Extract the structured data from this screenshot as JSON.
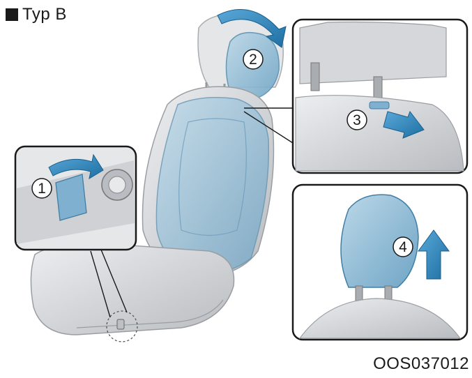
{
  "heading": {
    "text": "Typ B"
  },
  "figure_code": "OOS037012",
  "steps": [
    {
      "label": "1"
    },
    {
      "label": "2"
    },
    {
      "label": "3"
    },
    {
      "label": "4"
    }
  ],
  "colors": {
    "arrow_blue": "#2f82b8",
    "highlight_blue": "#8fbcd6",
    "panel_border": "#1a1a1a",
    "seat_gray": "#d8dadd"
  }
}
